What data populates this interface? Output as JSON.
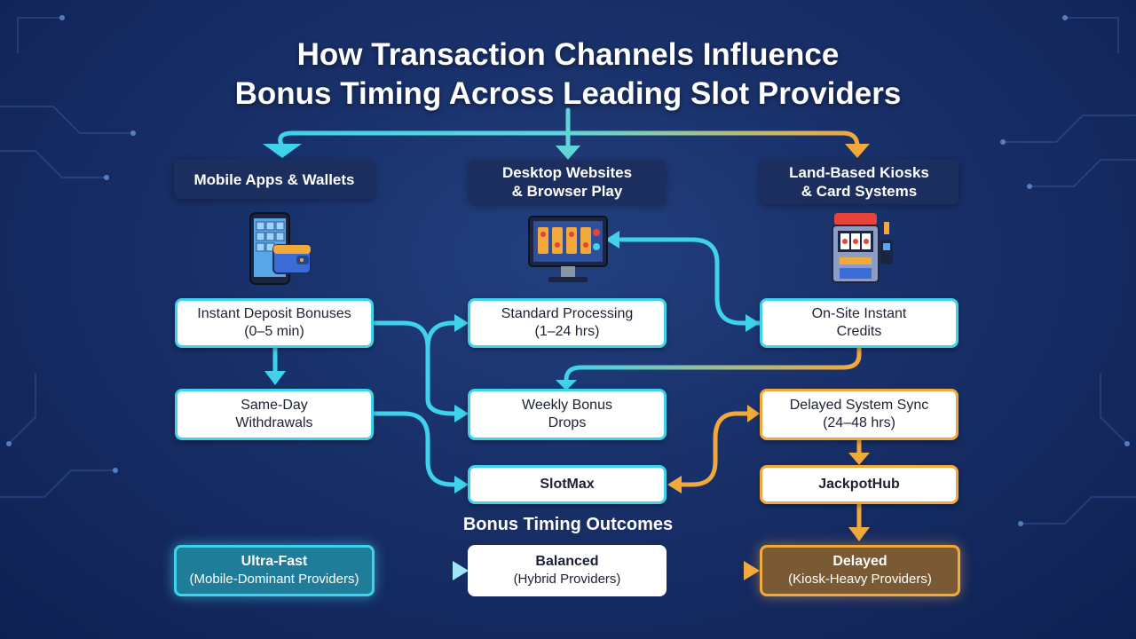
{
  "title": {
    "line1": "How Transaction Channels Influence",
    "line2": "Bonus Timing Across Leading Slot Providers"
  },
  "channels": [
    {
      "label": "Mobile Apps & Wallets",
      "icon": "phone-wallet-icon"
    },
    {
      "label": "Desktop Websites\n& Browser Play",
      "icon": "desktop-monitor-icon"
    },
    {
      "label": "Land-Based Kiosks\n& Card Systems",
      "icon": "slot-kiosk-icon"
    }
  ],
  "nodes": {
    "instant_deposit": "Instant Deposit Bonuses\n(0–5 min)",
    "same_day": "Same-Day\nWithdrawals",
    "standard_processing": "Standard Processing\n(1–24 hrs)",
    "weekly_drops": "Weekly Bonus\nDrops",
    "slotmax": "SlotMax",
    "onsite_credits": "On-Site Instant\nCredits",
    "delayed_sync": "Delayed System Sync\n(24–48 hrs)",
    "jackpothub": "JackpotHub"
  },
  "outcomes_label": "Bonus Timing Outcomes",
  "outcomes": [
    {
      "title": "Ultra-Fast",
      "subtitle": "(Mobile-Dominant Providers)"
    },
    {
      "title": "Balanced",
      "subtitle": "(Hybrid Providers)"
    },
    {
      "title": "Delayed",
      "subtitle": "(Kiosk-Heavy Providers)"
    }
  ],
  "colors": {
    "cyan": "#3fd2ec",
    "orange": "#f2a93b",
    "background": "#182f68",
    "header_bg": "#1b2e5e"
  }
}
